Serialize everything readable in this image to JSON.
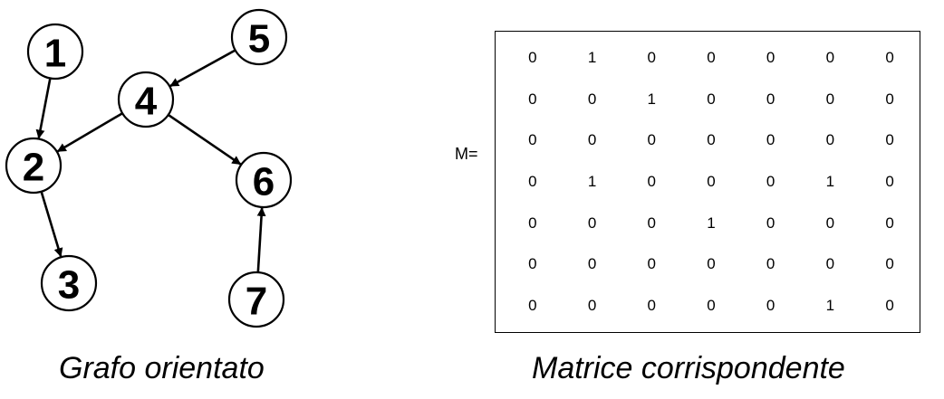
{
  "graph": {
    "caption": "Grafo orientato",
    "nodes": [
      {
        "id": "1",
        "label": "1"
      },
      {
        "id": "2",
        "label": "2"
      },
      {
        "id": "3",
        "label": "3"
      },
      {
        "id": "4",
        "label": "4"
      },
      {
        "id": "5",
        "label": "5"
      },
      {
        "id": "6",
        "label": "6"
      },
      {
        "id": "7",
        "label": "7"
      }
    ],
    "edges": [
      {
        "from": "1",
        "to": "2"
      },
      {
        "from": "2",
        "to": "3"
      },
      {
        "from": "4",
        "to": "2"
      },
      {
        "from": "4",
        "to": "6"
      },
      {
        "from": "5",
        "to": "4"
      },
      {
        "from": "7",
        "to": "6"
      }
    ]
  },
  "matrix": {
    "prefix": "M=",
    "caption": "Matrice corrispondente",
    "rows": [
      [
        "0",
        "1",
        "0",
        "0",
        "0",
        "0",
        "0"
      ],
      [
        "0",
        "0",
        "1",
        "0",
        "0",
        "0",
        "0"
      ],
      [
        "0",
        "0",
        "0",
        "0",
        "0",
        "0",
        "0"
      ],
      [
        "0",
        "1",
        "0",
        "0",
        "0",
        "1",
        "0"
      ],
      [
        "0",
        "0",
        "0",
        "1",
        "0",
        "0",
        "0"
      ],
      [
        "0",
        "0",
        "0",
        "0",
        "0",
        "0",
        "0"
      ],
      [
        "0",
        "0",
        "0",
        "0",
        "0",
        "1",
        "0"
      ]
    ]
  }
}
